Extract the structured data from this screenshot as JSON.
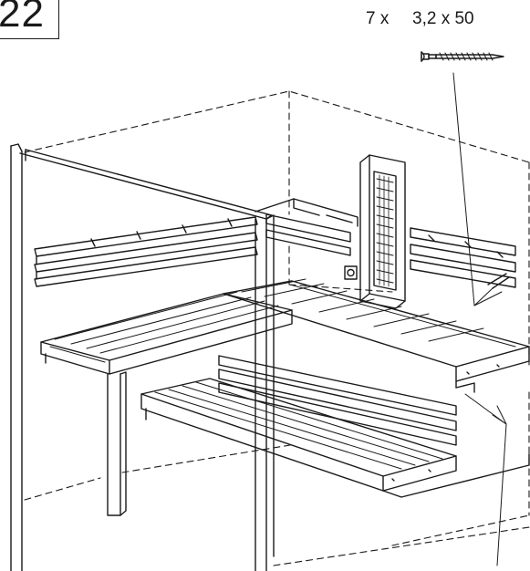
{
  "step": {
    "number": "22"
  },
  "fastener": {
    "quantity": "7 x",
    "dimension": "3,2  x 50",
    "icon": "screw-icon"
  },
  "colors": {
    "line": "#1a1a1a",
    "background": "#ffffff"
  }
}
